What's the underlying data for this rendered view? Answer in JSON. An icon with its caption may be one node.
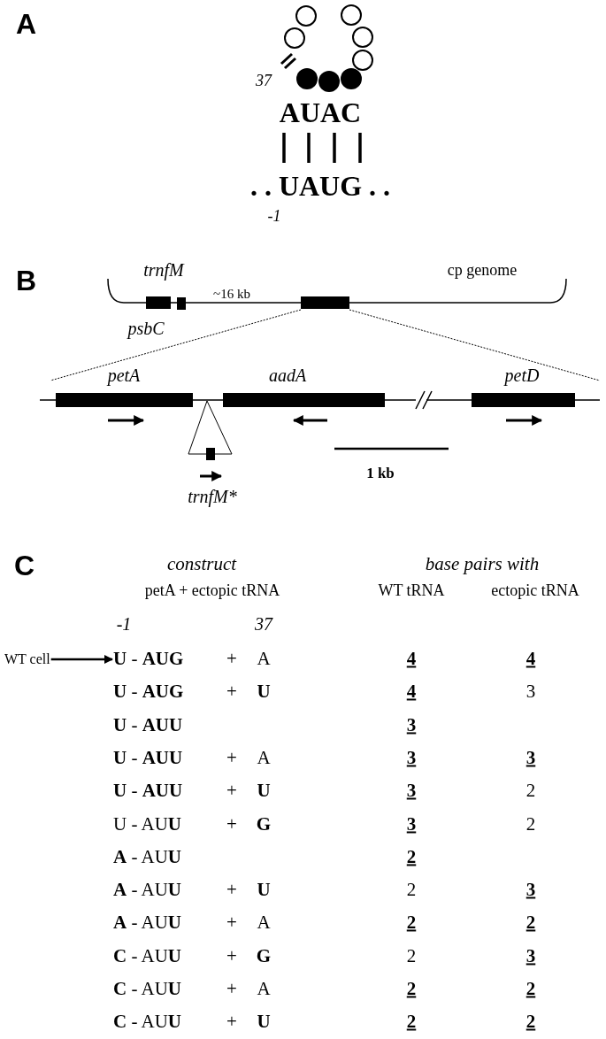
{
  "diagram": {
    "nodes": [
      {
        "text": [
          "WT cell"
        ]
      },
      {
        "text": [
          "**U** - **AUG**"
        ]
      }
    ],
    "edges": [
      {
        "from": 0,
        "to": 1,
        "arrow": "to"
      }
    ],
    "labels": [
      "A",
      "37",
      "AUAC",
      ". . UAUG . .",
      "-1",
      "B",
      "trnfM",
      "~16 kb",
      "cp genome",
      "psbC",
      "petA",
      "aadA",
      "petD",
      "1 kb",
      "trnfM*",
      "C",
      "construct",
      "base pairs with",
      "petA + ectopic tRNA",
      "WT tRNA",
      "ectopic tRNA",
      "-1",
      "37",
      "+",
      "A",
      "**4**",
      "**4**",
      "**U** - **AUG**",
      "+",
      "**U**",
      "**4**",
      "3",
      "**U** - **AUU**",
      "**3**",
      "**U** - **AUU**",
      "+",
      "A",
      "**3**",
      "**3**",
      "**U** - **AUU**",
      "+",
      "**U**",
      "**3**",
      "2",
      "U - AU**U**",
      "+",
      "**G**",
      "**3**",
      "2",
      "**A** - AU**U**",
      "**2**",
      "**A** - AU**U**",
      "+",
      "**U**",
      "2",
      "**3**",
      "**A** - AU**U**",
      "+",
      "A",
      "**2**",
      "**2**",
      "**C** - AU**U**",
      "+",
      "**G**",
      "2",
      "**3**",
      "**C** - AU**U**",
      "+",
      "A",
      "**2**",
      "**2**",
      "**C** - AU**U**",
      "+",
      "**U**",
      "**2**",
      "**2**"
    ]
  }
}
